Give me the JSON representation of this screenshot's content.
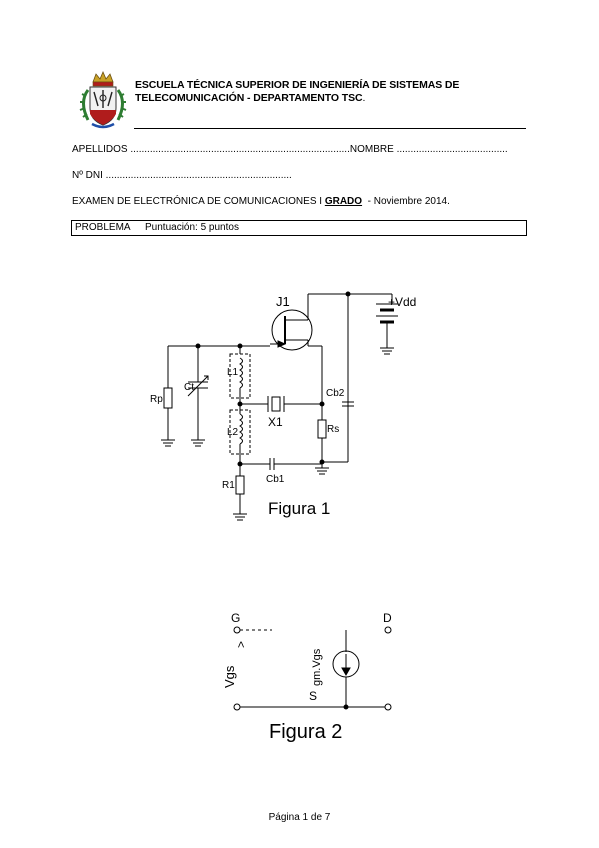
{
  "header": {
    "line1": "ESCUELA TÉCNICA SUPERIOR DE INGENIERÍA DE SISTEMAS DE",
    "line2_main": "TELECOMUNICACIÓN - DEPARTAMENTO TSC",
    "line2_suffix": "."
  },
  "form": {
    "apellidos_label": "APELLIDOS",
    "apellidos_dots": "...............................................................................",
    "nombre_label": "NOMBRE",
    "nombre_dots": "........................................",
    "dni_label": "Nº DNI",
    "dni_dots": "..................................................................."
  },
  "exam": {
    "prefix": "EXAMEN DE ELECTRÓNICA DE COMUNICACIONES I",
    "grado": "GRADO",
    "suffix": "- Noviembre  2014."
  },
  "problem": {
    "label": "PROBLEMA",
    "score": "Puntuación: 5 puntos"
  },
  "figure1": {
    "caption": "Figura 1",
    "labels": {
      "j1": "J1",
      "vdd": "+Vdd",
      "rp": "Rp",
      "ct": "Ct",
      "l1": "L1",
      "l2": "L2",
      "x1": "X1",
      "cb2": "Cb2",
      "rs": "Rs",
      "r1": "R1",
      "cb1": "Cb1"
    }
  },
  "figure2": {
    "caption": "Figura 2",
    "labels": {
      "g": "G",
      "d": "D",
      "s": "S",
      "vgs": "Vgs",
      "gmvgs": "gm.Vgs",
      "arrow": ">"
    }
  },
  "footer": {
    "page": "Página 1 de  7"
  },
  "logo": {
    "icon": "university-crest-icon"
  }
}
